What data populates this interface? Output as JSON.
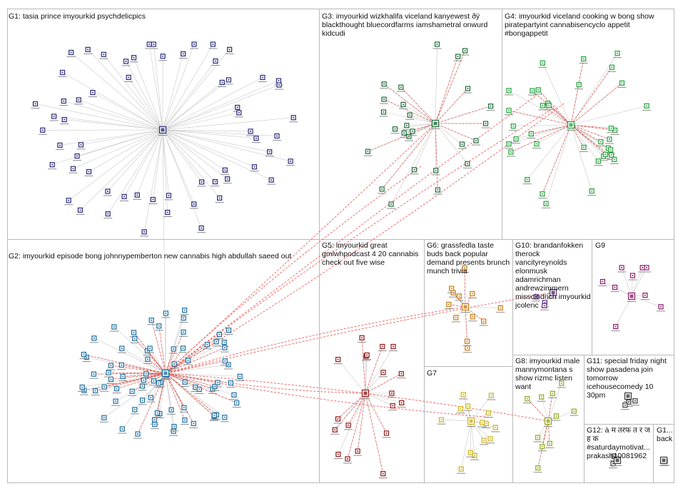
{
  "groups": [
    {
      "id": "G1",
      "label": "G1: tasia prince imyourkid psychdelicpics",
      "color": "#2b2b7a",
      "nodes": 60
    },
    {
      "id": "G2",
      "label": "G2: imyourkid episode bong johnnypemberton new cannabis high abdullah saeed out",
      "color": "#1f6fa0",
      "nodes": 78
    },
    {
      "id": "G3",
      "label": "G3: imyourkid wizkhalifa viceland kanyewest ðÿ blackthought bluecordfarms iamshametral onwurd kidcudi",
      "color": "#1f6b3a",
      "nodes": 26
    },
    {
      "id": "G4",
      "label": "G4: imyourkid viceland cooking w bong show piratepartyint cannabisencyclo appetit #bongappetit",
      "color": "#23a23a",
      "nodes": 36
    },
    {
      "id": "G5",
      "label": "G5: imyourkid great gmiwhpodcast 4 20 cannabis check out five wise",
      "color": "#8b1a1a",
      "nodes": 19
    },
    {
      "id": "G6",
      "label": "G6: grassfedla taste buds back popular demand presents brunch munch trivia",
      "color": "#c67a10",
      "nodes": 12
    },
    {
      "id": "G7",
      "label": "G7",
      "color": "#c9b21a",
      "nodes": 14
    },
    {
      "id": "G8",
      "label": "G8: imyourkid male mannymontana s show rizmc listen want",
      "color": "#8fa61f",
      "nodes": 10
    },
    {
      "id": "G9",
      "label": "G9",
      "color": "#8a1a6a",
      "nodes": 9
    },
    {
      "id": "G10",
      "label": "G10: brandanfokken therock vancityreynolds elonmusk adamrichman andrewzimmern misscindrich imyourkid jcolenc",
      "color": "#5a2a7a",
      "nodes": 3
    },
    {
      "id": "G11",
      "label": "G11: special friday night show pasadena join tomorrow icehousecomedy 10 30pm",
      "color": "#3a3a3a",
      "nodes": 3
    },
    {
      "id": "G12",
      "label": "G12: à म तरफ त र ज ह क #saturdaymotivat... prakash10081962",
      "color": "#3a3a3a",
      "nodes": 2
    },
    {
      "id": "G13",
      "label": "G1... back",
      "color": "#3a3a3a",
      "nodes": 1
    }
  ],
  "colors": {
    "edge_gray": "#c8c8c8",
    "edge_red": "#e8403a",
    "panel_border": "#b9b9b9"
  }
}
